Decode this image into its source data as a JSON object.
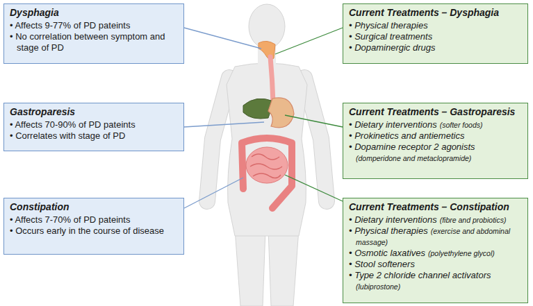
{
  "diagram": {
    "nodes": [
      {
        "text": [
          "Dysphagia",
          "• Affects 9-77% of PD pateints",
          "• No correlation between symptom and stage of PD"
        ]
      },
      {
        "text": [
          "Current Treatments – Dysphagia",
          "• Physical therapies",
          "• Surgical treatments",
          "• Dopaminergic drugs"
        ]
      },
      {
        "text": [
          "Gastroparesis",
          "• Affects 70-90% of PD pateints",
          "• Correlates with stage of PD"
        ]
      },
      {
        "text": [
          "Current Treatments – Gastroparesis",
          "• Dietary interventions",
          "(softer foods)",
          "• Prokinetics and antiemetics",
          "• Dopamine receptor 2 agonists",
          "(domperidone and metaclopramide)"
        ]
      },
      {
        "text": [
          "Constipation",
          "• Affects 7-70% of PD pateints",
          "• Occurs early in the course of disease"
        ]
      },
      {
        "text": [
          "Current Treatments – Constipation",
          "• Dietary interventions",
          "(fibre and probiotics)",
          "• Physical therapies",
          "(exercise and abdominal massage)",
          "• Osmotic laxatives",
          "(polyethylene glycol)",
          "• Stool softeners",
          "• Type 2 chloride channel activators",
          "(lubiprostone)"
        ]
      }
    ]
  }
}
